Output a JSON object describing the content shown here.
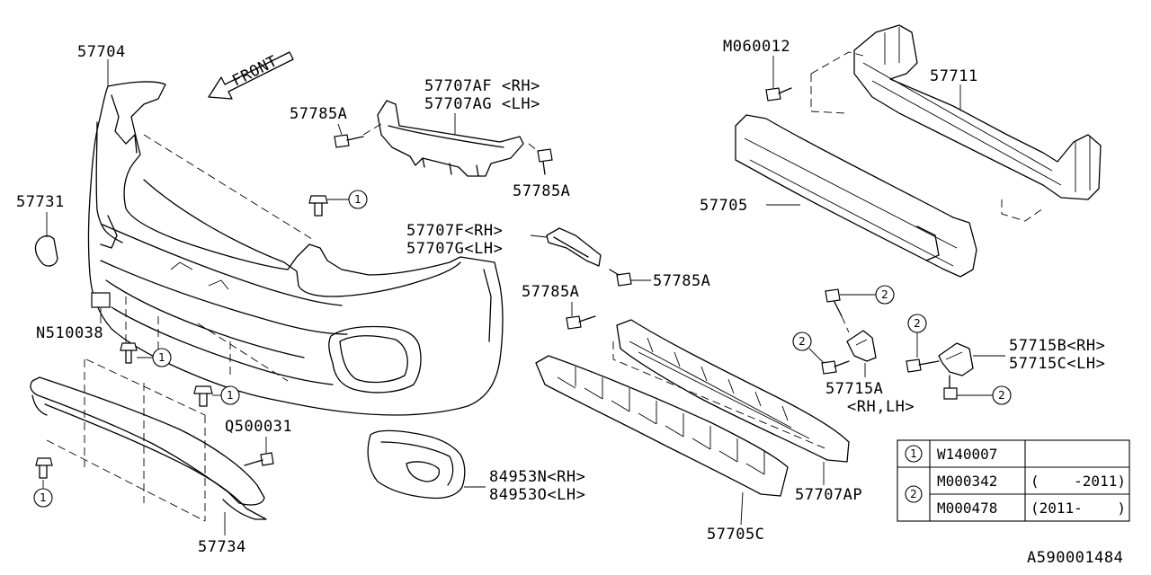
{
  "diagram": {
    "front_label": "FRONT",
    "ref_code": "A590001484",
    "callouts": {
      "c57704": "57704",
      "c57731": "57731",
      "cN510038": "N510038",
      "cQ500031": "Q500031",
      "c57734": "57734",
      "c57785A_top_left": "57785A",
      "c57707AF": "57707AF <RH>",
      "c57707AG": "57707AG <LH>",
      "c57785A_top_right": "57785A",
      "c57707F": "57707F<RH>",
      "c57707G": "57707G<LH>",
      "c57785A_mid": "57785A",
      "c57785A_lower": "57785A",
      "c84953N": "84953N<RH>",
      "c84953O": "84953O<LH>",
      "cM060012": "M060012",
      "c57711": "57711",
      "c57705": "57705",
      "c57715B": "57715B<RH>",
      "c57715C": "57715C<LH>",
      "c57715A": "57715A",
      "c57715A_side": "<RH,LH>",
      "c57707AP": "57707AP",
      "c57705C": "57705C"
    },
    "ref_marks": {
      "one": "1",
      "two": "2"
    },
    "legend": {
      "row1_mark": "1",
      "row1_part": "W140007",
      "row2_mark": "2",
      "row2a_part": "M000342",
      "row2a_range": "(    -2011)",
      "row2b_part": "M000478",
      "row2b_range": "(2011-    )"
    }
  }
}
